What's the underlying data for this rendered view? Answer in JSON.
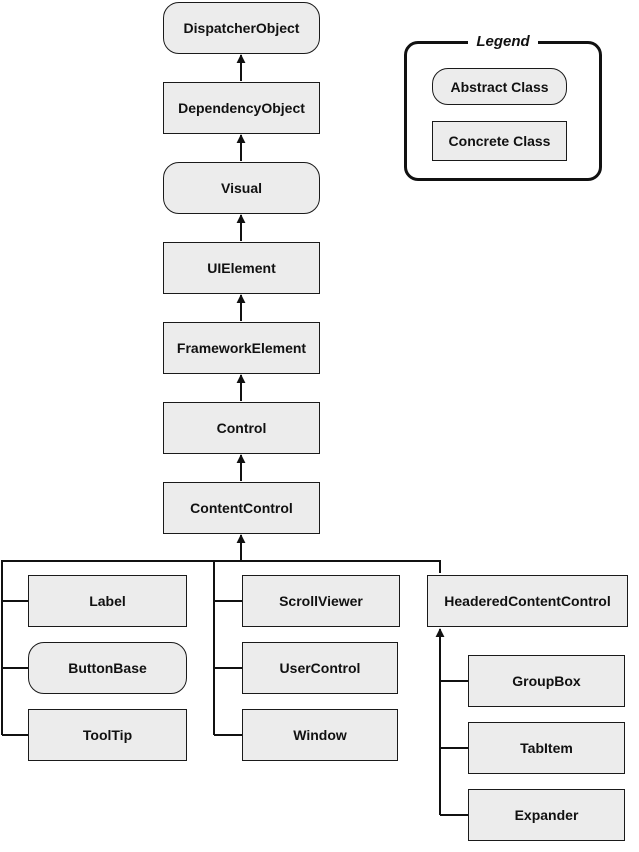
{
  "legend": {
    "title": "Legend",
    "abstract_label": "Abstract Class",
    "concrete_label": "Concrete Class"
  },
  "nodes": {
    "dispatcher_object": "DispatcherObject",
    "dependency_object": "DependencyObject",
    "visual": "Visual",
    "ui_element": "UIElement",
    "framework_element": "FrameworkElement",
    "control": "Control",
    "content_control": "ContentControl",
    "label": "Label",
    "button_base": "ButtonBase",
    "tooltip": "ToolTip",
    "scroll_viewer": "ScrollViewer",
    "user_control": "UserControl",
    "window": "Window",
    "headered_content_control": "HeaderedContentControl",
    "group_box": "GroupBox",
    "tab_item": "TabItem",
    "expander": "Expander"
  },
  "colors": {
    "box_fill": "#ececec",
    "line": "#111111"
  }
}
